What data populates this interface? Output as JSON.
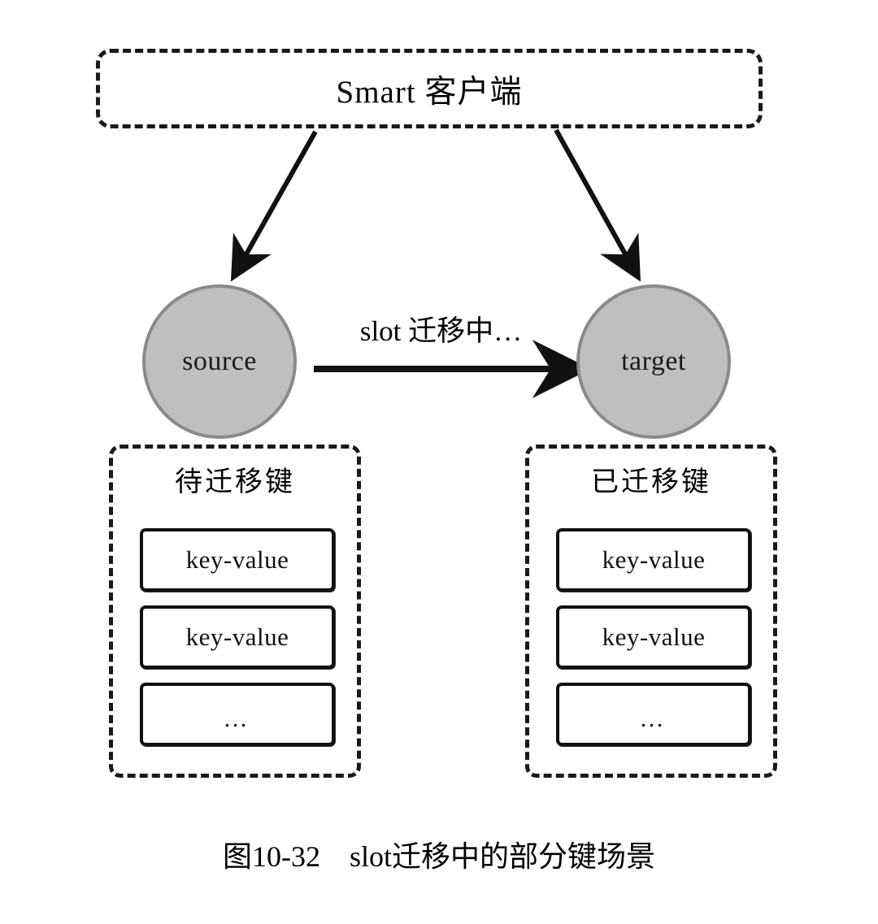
{
  "figure": {
    "caption": "图10-32　slot迁移中的部分键场景",
    "background_color": "#ffffff",
    "line_color": "#1a1a1a",
    "node_fill_color": "#bfbfbf",
    "node_border_color": "#8a8a8a"
  },
  "client": {
    "label": "Smart 客户端"
  },
  "nodes": {
    "source": {
      "label": "source"
    },
    "target": {
      "label": "target"
    }
  },
  "migration": {
    "label": "slot 迁移中…"
  },
  "groups": [
    {
      "id": "pending",
      "title": "待迁移键",
      "items": [
        {
          "text": "key-value"
        },
        {
          "text": "key-value"
        },
        {
          "text": "…"
        }
      ]
    },
    {
      "id": "migrated",
      "title": "已迁移键",
      "items": [
        {
          "text": "key-value"
        },
        {
          "text": "key-value"
        },
        {
          "text": "…"
        }
      ]
    }
  ]
}
